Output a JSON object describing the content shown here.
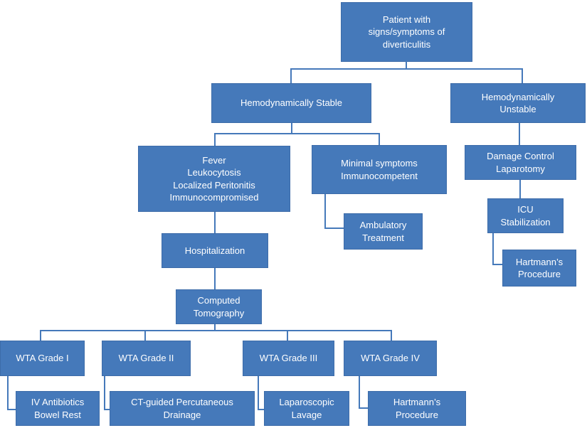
{
  "diagram": {
    "type": "flowchart",
    "topic": "Management algorithm for patient with signs/symptoms of diverticulitis"
  },
  "colors": {
    "box_fill": "#4579ba",
    "box_border": "#3d6ca9",
    "line": "#4579ba",
    "text": "#ffffff",
    "background": "#ffffff"
  },
  "nodes": {
    "patient": {
      "label": "Patient with\nsigns/symptoms of\ndiverticulitis"
    },
    "stable": {
      "label": "Hemodynamically Stable"
    },
    "unstable": {
      "label": "Hemodynamically\nUnstable"
    },
    "fever": {
      "label": "Fever\nLeukocytosis\nLocalized Peritonitis\nImmunocompromised"
    },
    "minimal": {
      "label": "Minimal symptoms\nImmunocompetent"
    },
    "ambulatory": {
      "label": "Ambulatory\nTreatment"
    },
    "damage_control": {
      "label": "Damage Control\nLaparotomy"
    },
    "icu": {
      "label": "ICU\nStabilization"
    },
    "hartmanns_right": {
      "label": "Hartmann’s\nProcedure"
    },
    "hospitalization": {
      "label": "Hospitalization"
    },
    "computed_tomography": {
      "label": "Computed\nTomography"
    },
    "wta_grade_1": {
      "label": "WTA Grade I"
    },
    "wta_grade_2": {
      "label": "WTA Grade II"
    },
    "wta_grade_3": {
      "label": "WTA Grade III"
    },
    "wta_grade_4": {
      "label": "WTA Grade IV"
    },
    "iv_antibiotics": {
      "label": "IV Antibiotics\nBowel Rest"
    },
    "ct_drainage": {
      "label": "CT-guided Percutaneous\nDrainage"
    },
    "lap_lavage": {
      "label": "Laparoscopic\nLavage"
    },
    "hartmanns_bottom": {
      "label": "Hartmann’s\nProcedure"
    }
  },
  "edges": [
    {
      "from": "patient",
      "to": "stable"
    },
    {
      "from": "patient",
      "to": "unstable"
    },
    {
      "from": "stable",
      "to": "fever"
    },
    {
      "from": "stable",
      "to": "minimal"
    },
    {
      "from": "minimal",
      "to": "ambulatory"
    },
    {
      "from": "fever",
      "to": "hospitalization"
    },
    {
      "from": "hospitalization",
      "to": "computed_tomography"
    },
    {
      "from": "computed_tomography",
      "to": "wta_grade_1"
    },
    {
      "from": "computed_tomography",
      "to": "wta_grade_2"
    },
    {
      "from": "computed_tomography",
      "to": "wta_grade_3"
    },
    {
      "from": "computed_tomography",
      "to": "wta_grade_4"
    },
    {
      "from": "wta_grade_1",
      "to": "iv_antibiotics"
    },
    {
      "from": "wta_grade_2",
      "to": "ct_drainage"
    },
    {
      "from": "wta_grade_3",
      "to": "lap_lavage"
    },
    {
      "from": "wta_grade_4",
      "to": "hartmanns_bottom"
    },
    {
      "from": "unstable",
      "to": "damage_control"
    },
    {
      "from": "damage_control",
      "to": "icu"
    },
    {
      "from": "icu",
      "to": "hartmanns_right"
    }
  ]
}
